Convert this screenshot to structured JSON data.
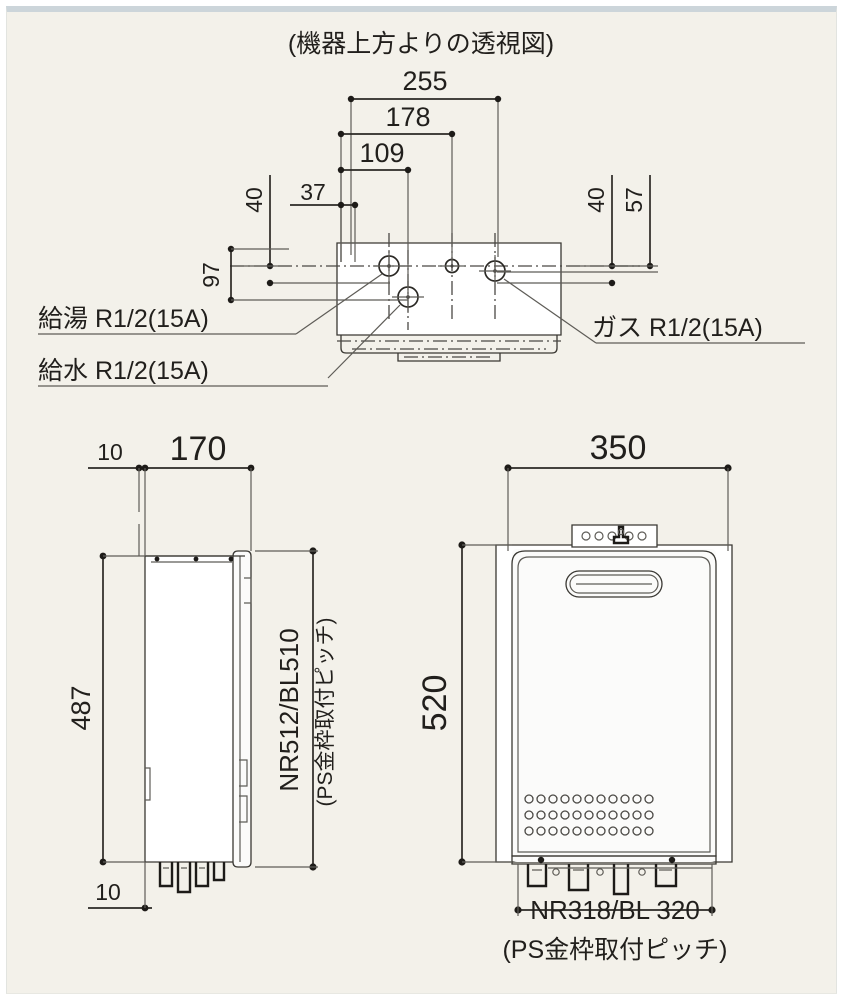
{
  "page": {
    "background": "#f3f1ea",
    "frame_accent": "#ccd5da",
    "ink": "#211f1c"
  },
  "top_view": {
    "title": "(機器上方よりの透視図)",
    "dimensions": {
      "overall_width": "255",
      "inner_width": "178",
      "mid_width": "109",
      "small_width": "37",
      "left_offset_40": "40",
      "left_depth_97": "97",
      "right_offset_40": "40",
      "right_offset_57": "57"
    },
    "callouts": [
      {
        "id": "hot-water",
        "label": "給湯 R1/2(15A)"
      },
      {
        "id": "cold-water",
        "label": "給水 R1/2(15A)"
      },
      {
        "id": "gas",
        "label": "ガス R1/2(15A)"
      }
    ]
  },
  "side_view": {
    "dimensions": {
      "front_gap": "10",
      "depth": "170",
      "body_height": "487",
      "bottom_gap": "10"
    },
    "bracket_label": "NR512/BL510",
    "bracket_note": "(PS金枠取付ピッチ)"
  },
  "front_view": {
    "dimensions": {
      "width": "350",
      "height": "520"
    },
    "bracket_label": "NR318/BL 320",
    "bracket_note": "(PS金枠取付ピッチ)"
  }
}
